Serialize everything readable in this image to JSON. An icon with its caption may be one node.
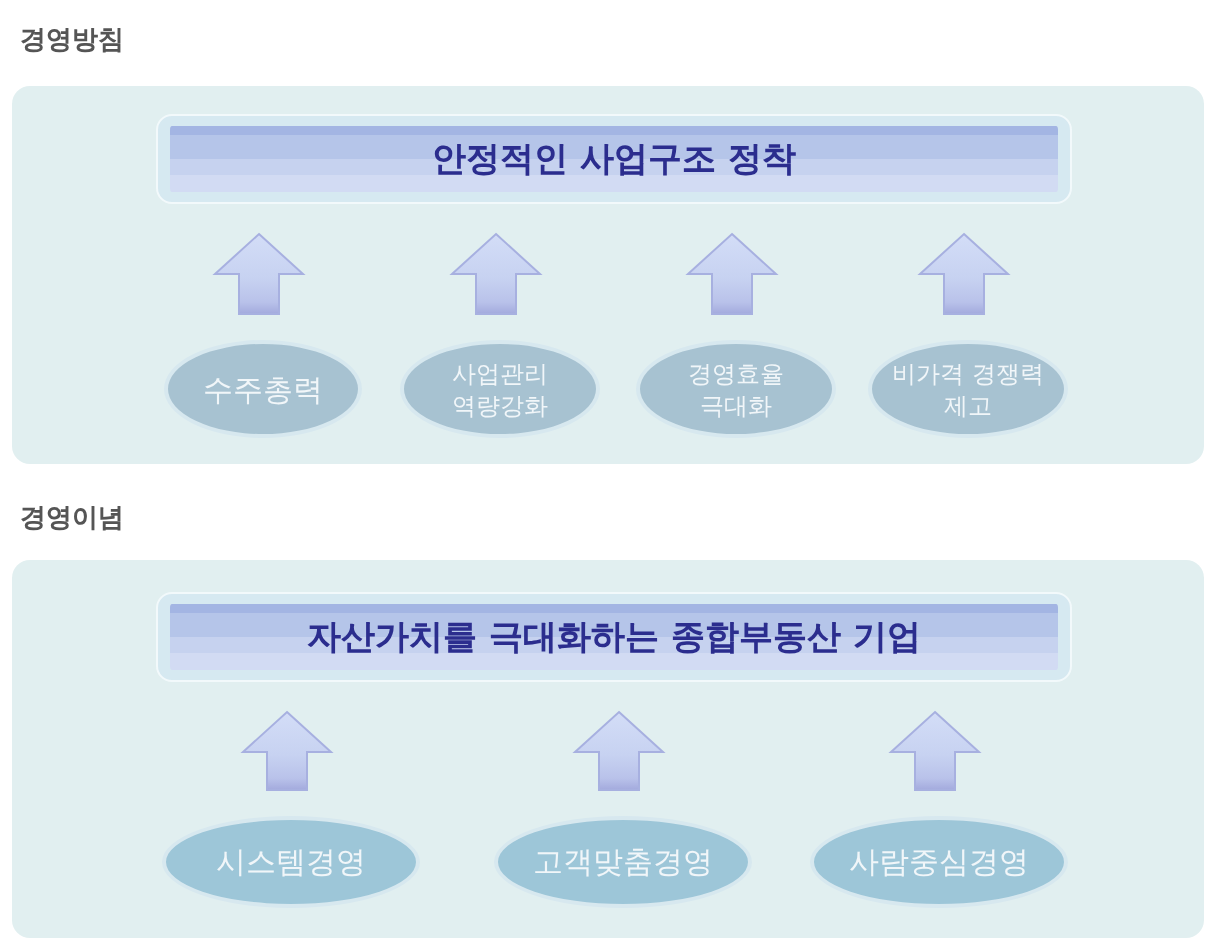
{
  "diagram": {
    "nodes": [
      {
        "text": [
          "경영방침"
        ]
      },
      {
        "text": [
          "안정적인 사업구조 정착"
        ],
        "in": 0
      },
      {
        "text": [
          "수주총력"
        ],
        "in": 0
      },
      {
        "text": [
          "사업관리 역량강화"
        ],
        "in": 0
      },
      {
        "text": [
          "경영효율 극대화"
        ],
        "in": 0
      },
      {
        "text": [
          "비가격 경쟁력 제고"
        ],
        "in": 0
      },
      {
        "text": [
          "경영이념"
        ]
      },
      {
        "text": [
          "자산가치를 극대화하는 종합부동산 기업"
        ],
        "in": 6
      },
      {
        "text": [
          "시스템경영"
        ],
        "in": 6
      },
      {
        "text": [
          "고객맞춤경영"
        ],
        "in": 6
      },
      {
        "text": [
          "사람중심경영"
        ],
        "in": 6
      }
    ],
    "edges": [
      {
        "from": 2,
        "to": 1,
        "arrow": "to"
      },
      {
        "from": 3,
        "to": 1,
        "arrow": "to"
      },
      {
        "from": 4,
        "to": 1,
        "arrow": "to"
      },
      {
        "from": 5,
        "to": 1,
        "arrow": "to"
      },
      {
        "from": 8,
        "to": 7,
        "arrow": "to"
      },
      {
        "from": 9,
        "to": 7,
        "arrow": "to"
      },
      {
        "from": 10,
        "to": 7,
        "arrow": "to"
      }
    ]
  }
}
